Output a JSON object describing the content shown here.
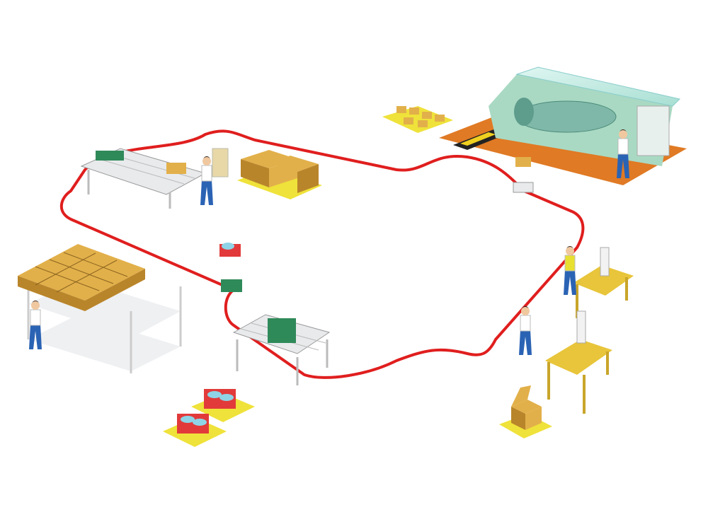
{
  "scene": {
    "kind": "isometric factory floor illustration",
    "caption": ""
  },
  "colors": {
    "track": "#e01e1e",
    "box": "#e2b04a",
    "box_dark": "#b9852a",
    "pallet": "#efe23a",
    "pallet_dark": "#b8ab16",
    "machine_green": "#a9d9c3",
    "machine_glass": "#c9efe8",
    "machine_base": "#e07a24",
    "conveyor_green": "#2f8a5a",
    "crate_red": "#e23a3a",
    "worker_shirt": "#ffffff",
    "worker_pants": "#2b63b4",
    "yellow_shirt": "#e8e030",
    "table": "#e8c53a",
    "rack": "#eef0f2",
    "monitor": "#f2f2f2"
  },
  "stations": [
    {
      "id": "lathe-machine",
      "type": "cnc-lathe"
    },
    {
      "id": "pallet-stack-top",
      "type": "pallets-of-boxes"
    },
    {
      "id": "roller-conveyor",
      "type": "roller-conveyor"
    },
    {
      "id": "box-pallets",
      "type": "boxes-on-pallet"
    },
    {
      "id": "storage-rack",
      "type": "shelving-rack"
    },
    {
      "id": "agv-left",
      "type": "agv-robot"
    },
    {
      "id": "agv-right",
      "type": "agv-robot"
    },
    {
      "id": "gantry-station",
      "type": "gantry-conveyor"
    },
    {
      "id": "crate-pallets",
      "type": "crates-on-pallets"
    },
    {
      "id": "workstation-desks",
      "type": "computer-desks"
    },
    {
      "id": "open-box",
      "type": "open-box-on-pallet"
    }
  ],
  "workers": [
    {
      "id": "worker-lathe",
      "role": "machine operator"
    },
    {
      "id": "worker-conveyor",
      "role": "conveyor operator"
    },
    {
      "id": "worker-rack",
      "role": "rack loader"
    },
    {
      "id": "worker-desk-1",
      "role": "desk worker"
    },
    {
      "id": "worker-desk-2",
      "role": "desk worker"
    }
  ]
}
